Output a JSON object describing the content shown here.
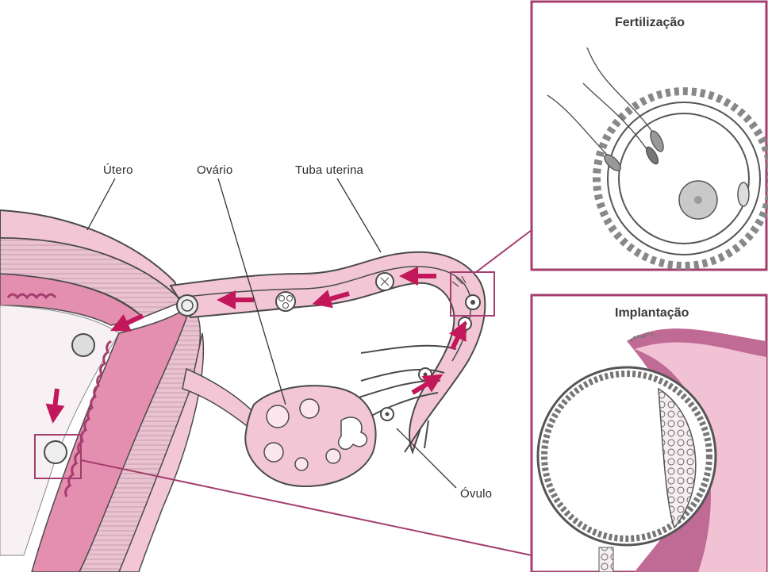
{
  "labels": {
    "utero": "Útero",
    "ovario": "Ovário",
    "tuba": "Tuba uterina",
    "ovulo": "Óvulo"
  },
  "insets": {
    "fertilization_title": "Fertilização",
    "implantation_title": "Implantação"
  },
  "colors": {
    "magenta": "#c2185b",
    "pink_light": "#f3c6d6",
    "pink_mid": "#e58fb0",
    "mauve": "#a33e6e",
    "outline": "#4a4a4a",
    "muscle": "#d4a3b4"
  }
}
